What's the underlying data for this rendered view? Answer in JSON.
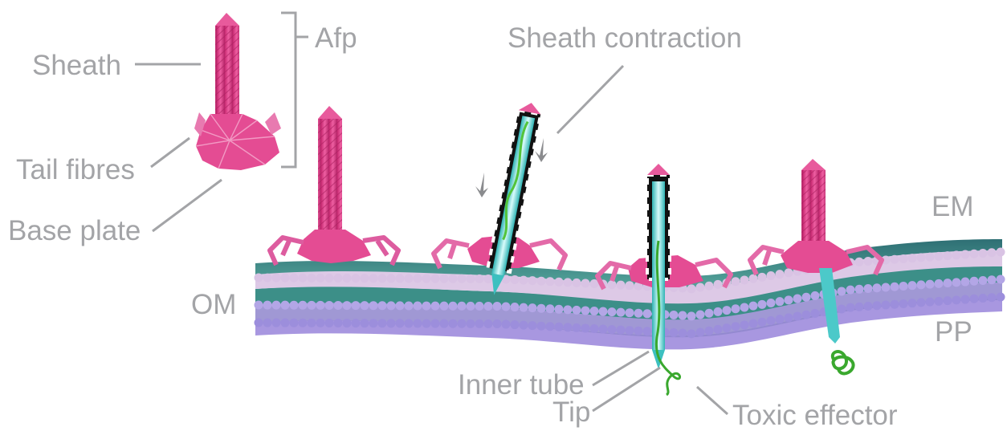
{
  "labels": {
    "sheath": "Sheath",
    "afp": "Afp",
    "tail_fibres": "Tail fibres",
    "base_plate": "Base plate",
    "sheath_contraction": "Sheath contraction",
    "em": "EM",
    "om": "OM",
    "pp": "PP",
    "inner_tube": "Inner tube",
    "tip": "Tip",
    "toxic_effector": "Toxic effector"
  },
  "colors": {
    "label_text": "#a3a4a7",
    "leader_line": "#a3a4a7",
    "sheath_magenta": "#e0408a",
    "sheath_light": "#f07ab4",
    "sheath_dark": "#b8256a",
    "tail_fibre_pink": "#e87ab0",
    "membrane_teal": "#3f8f86",
    "membrane_lilac": "#c8c0e8",
    "membrane_purple": "#a99ae0",
    "membrane_pink": "#e8cfe6",
    "inner_tube_cyan": "#4cc9c9",
    "effector_green": "#2f9e2f",
    "contracted_sheath_black": "#111111"
  }
}
